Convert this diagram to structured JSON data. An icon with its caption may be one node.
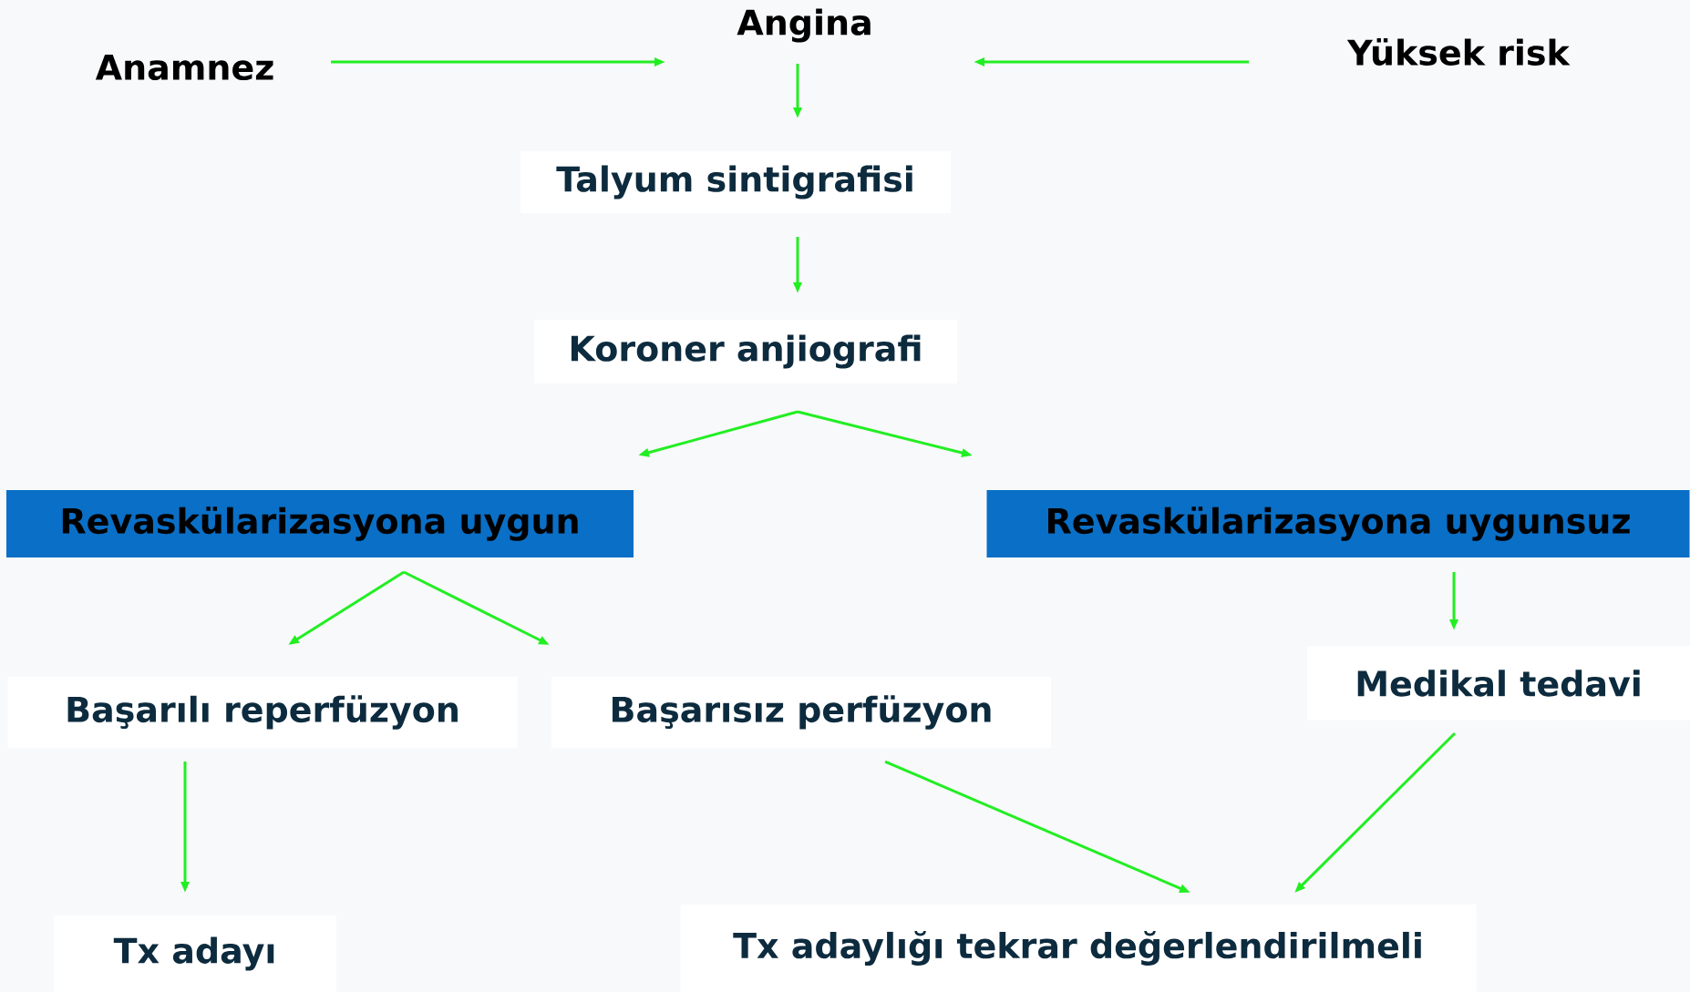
{
  "diagram": {
    "nodes": [
      {
        "text": [
          "Anamnez"
        ]
      },
      {
        "text": [
          "Angina"
        ]
      },
      {
        "text": [
          "Yüksek risk"
        ]
      },
      {
        "text": [
          "Talyum sintigrafisi"
        ]
      },
      {
        "text": [
          "Koroner anjiografi"
        ]
      },
      {
        "text": [
          "Revaskülarizasyona uygun"
        ]
      },
      {
        "text": [
          "Revaskülarizasyona uygunsuz"
        ]
      },
      {
        "text": [
          "Başarılı reperfüzyon"
        ]
      },
      {
        "text": [
          "Başarısız perfüzyon"
        ]
      },
      {
        "text": [
          "Medikal tedavi"
        ]
      },
      {
        "text": [
          "Tx adayı"
        ]
      },
      {
        "text": [
          "Tx adaylığı tekrar değerlendirilmeli"
        ]
      }
    ],
    "edges": [
      {
        "from": 0,
        "to": 1,
        "arrow": "to"
      },
      {
        "from": 2,
        "to": 1,
        "arrow": "to"
      },
      {
        "from": 1,
        "to": 3,
        "arrow": "to"
      },
      {
        "from": 3,
        "to": 4,
        "arrow": "to"
      },
      {
        "from": 4,
        "to": 5,
        "arrow": "to"
      },
      {
        "from": 4,
        "to": 6,
        "arrow": "to"
      },
      {
        "from": 5,
        "to": 7,
        "arrow": "to"
      },
      {
        "from": 5,
        "to": 8,
        "arrow": "to"
      },
      {
        "from": 6,
        "to": 9,
        "arrow": "to"
      },
      {
        "from": 7,
        "to": 10,
        "arrow": "to"
      },
      {
        "from": 8,
        "to": 11,
        "arrow": "to"
      },
      {
        "from": 9,
        "to": 11,
        "arrow": "to"
      }
    ]
  }
}
